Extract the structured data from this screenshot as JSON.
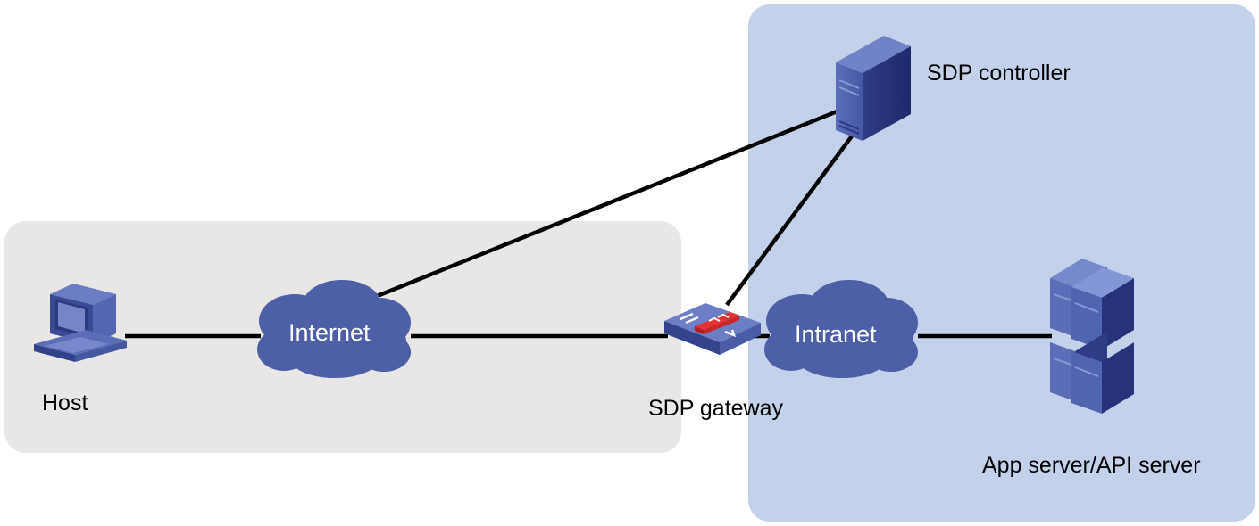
{
  "diagram": {
    "zones": {
      "external": {
        "fill": "#e8e7e5"
      },
      "internal": {
        "fill": "#c3d1eb"
      }
    },
    "nodes": {
      "host": {
        "label": "Host",
        "icon": "host-computer-icon"
      },
      "internet": {
        "label": "Internet",
        "icon": "cloud-icon"
      },
      "gateway": {
        "label": "SDP gateway",
        "icon": "firewall-gateway-icon"
      },
      "intranet": {
        "label": "Intranet",
        "icon": "cloud-icon"
      },
      "controller": {
        "label": "SDP controller",
        "icon": "server-tower-icon"
      },
      "app_server": {
        "label": "App server/API server",
        "icon": "server-cluster-icon"
      }
    },
    "links": [
      {
        "from": "host",
        "to": "internet"
      },
      {
        "from": "internet",
        "to": "gateway"
      },
      {
        "from": "internet",
        "to": "controller"
      },
      {
        "from": "gateway",
        "to": "controller"
      },
      {
        "from": "gateway",
        "to": "intranet"
      },
      {
        "from": "intranet",
        "to": "app_server"
      }
    ],
    "colors": {
      "device_blue": "#4d5fa6",
      "gateway_red": "#e63232",
      "link": "#000000"
    }
  }
}
